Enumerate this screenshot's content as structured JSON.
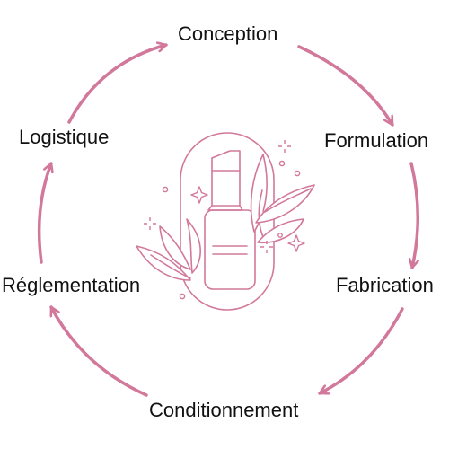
{
  "steps": [
    "Conception",
    "Formulation",
    "Fabrication",
    "Conditionnement",
    "Réglementation",
    "Logistique"
  ],
  "colors": {
    "accent": "#d2789a",
    "text": "#111111",
    "background": "#ffffff"
  },
  "icons": [
    "cosmetic-bottle-icon",
    "leaf-icon",
    "sparkle-icon"
  ]
}
